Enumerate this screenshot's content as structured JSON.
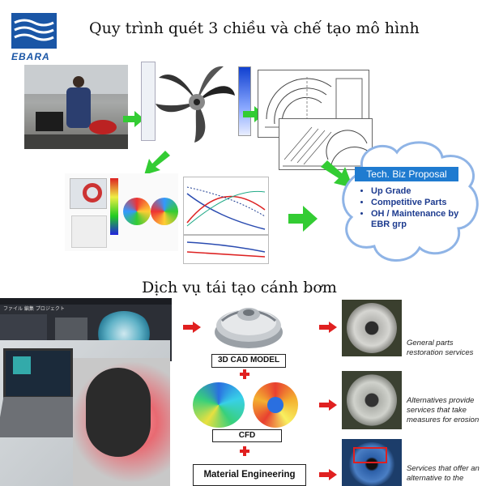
{
  "logo": {
    "text": "EBARA"
  },
  "top_title": "Quy trình quét 3 chiều và chế tạo mô hình",
  "proposal": {
    "title": "Tech. Biz Proposal",
    "items": [
      "Up Grade",
      "Competitive Parts",
      "OH / Maintenance by EBR grp"
    ]
  },
  "bottom_title": "Dịch vụ tái tạo cánh bơm",
  "stages": [
    "3D CAD MODEL",
    "CFD",
    "Material Engineering"
  ],
  "captions": [
    "General parts restoration services",
    "Alternatives provide services that take measures for erosion",
    "Services that offer an alternative to the"
  ],
  "software_menu": "ファイル  編集  プロジェクト",
  "colors": {
    "brand_blue": "#1a56a6",
    "arrow_green": "#33cc33",
    "arrow_red": "#e02020",
    "cloud_blue": "#1f7bd0"
  }
}
